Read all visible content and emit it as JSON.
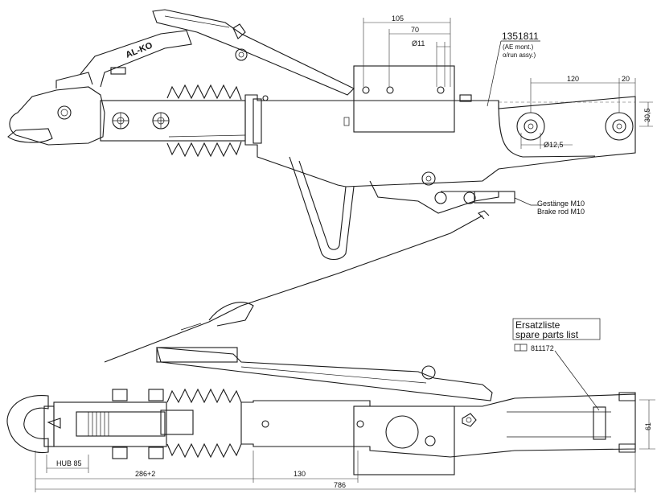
{
  "top_view": {
    "part_number": "1351811",
    "part_note_line1": "(AE mont.)",
    "part_note_line2": "o/run assy.)",
    "logo": "AL-KO",
    "dim_105": "105",
    "dim_70": "70",
    "dim_hole": "Ø11",
    "dim_120": "120",
    "dim_20": "20",
    "dim_30_5": "30,5",
    "dim_hole_12_5": "Ø12,5",
    "brake_rod_de": "Gestänge M10",
    "brake_rod_en": "Brake rod M10"
  },
  "bottom_view": {
    "spare_de": "Ersatzliste",
    "spare_en": "spare parts list",
    "spare_number": "811172",
    "dim_61": "61",
    "hub": "HUB 85",
    "dim_286": "286+2",
    "dim_130": "130",
    "dim_786": "786"
  }
}
